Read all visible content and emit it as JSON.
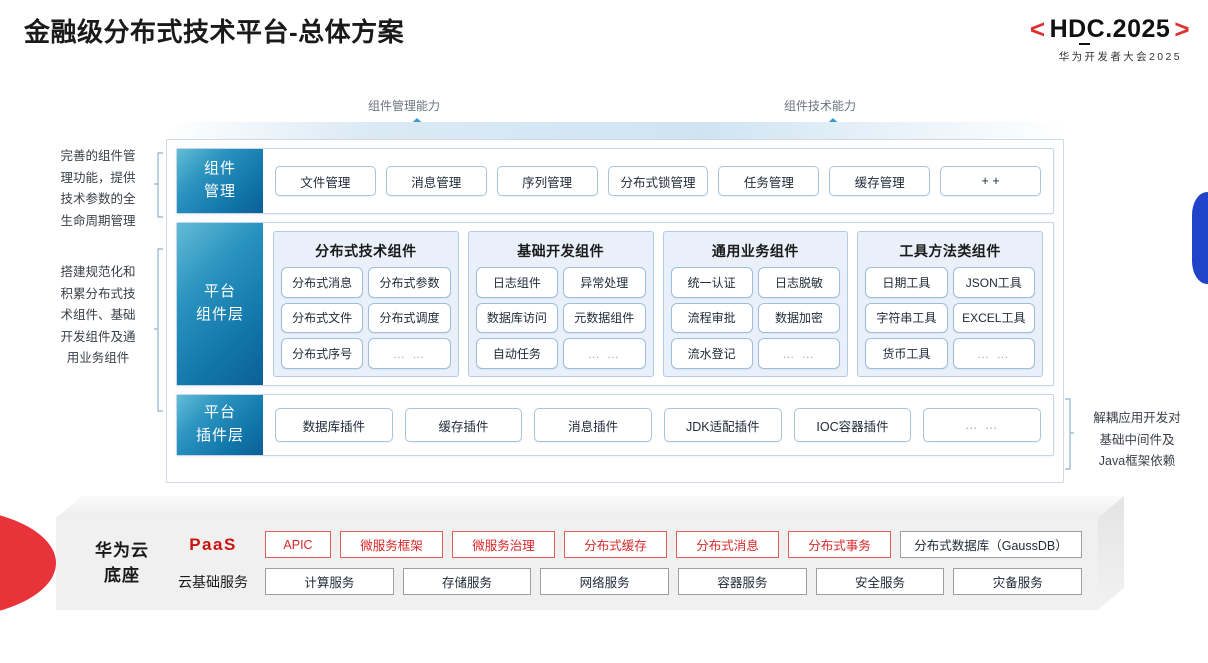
{
  "header": {
    "title": "金融级分布式技术平台-总体方案",
    "logo": {
      "left_bracket": "<",
      "right_bracket": ">",
      "main": "HDC.2025",
      "sub": "华为开发者大会2025"
    }
  },
  "arrows": [
    {
      "label": "组件管理能力",
      "icon": "arrow-up-icon"
    },
    {
      "label": "组件技术能力",
      "icon": "arrow-up-icon"
    }
  ],
  "side_notes": {
    "left_top": "完善的组件管\n理功能，提供\n技术参数的全\n生命周期管理",
    "left_middle": "搭建规范化和\n积累分布式技\n术组件、基础\n开发组件及通\n用业务组件",
    "right": "解耦应用开发对\n基础中间件及\nJava框架依赖"
  },
  "layers": {
    "component_management": {
      "tag_lines": [
        "组件",
        "管理"
      ],
      "items": [
        "文件管理",
        "消息管理",
        "序列管理",
        "分布式锁管理",
        "任务管理",
        "缓存管理",
        "+ +"
      ]
    },
    "platform_component": {
      "tag_lines": [
        "平台",
        "组件层"
      ],
      "groups": [
        {
          "title": "分布式技术组件",
          "items": [
            "分布式消息",
            "分布式参数",
            "分布式文件",
            "分布式调度",
            "分布式序号",
            "… …"
          ]
        },
        {
          "title": "基础开发组件",
          "items": [
            "日志组件",
            "异常处理",
            "数据库访问",
            "元数据组件",
            "自动任务",
            "… …"
          ]
        },
        {
          "title": "通用业务组件",
          "items": [
            "统一认证",
            "日志脱敏",
            "流程审批",
            "数据加密",
            "流水登记",
            "… …"
          ]
        },
        {
          "title": "工具方法类组件",
          "items": [
            "日期工具",
            "JSON工具",
            "字符串工具",
            "EXCEL工具",
            "货币工具",
            "… …"
          ]
        }
      ]
    },
    "platform_plugin": {
      "tag_lines": [
        "平台",
        "插件层"
      ],
      "items": [
        "数据库插件",
        "缓存插件",
        "消息插件",
        "JDK适配插件",
        "IOC容器插件",
        "… …"
      ]
    }
  },
  "base": {
    "title_lines": [
      "华为云",
      "底座"
    ],
    "paas": {
      "label": "PaaS",
      "items": [
        {
          "text": "APIC",
          "style": "red",
          "width": "narrow"
        },
        {
          "text": "微服务框架",
          "style": "red",
          "width": "normal"
        },
        {
          "text": "微服务治理",
          "style": "red",
          "width": "normal"
        },
        {
          "text": "分布式缓存",
          "style": "red",
          "width": "normal"
        },
        {
          "text": "分布式消息",
          "style": "red",
          "width": "normal"
        },
        {
          "text": "分布式事务",
          "style": "red",
          "width": "normal"
        },
        {
          "text": "分布式数据库（GaussDB）",
          "style": "gray",
          "width": "wide"
        }
      ]
    },
    "cloud_base": {
      "label": "云基础服务",
      "items": [
        "计算服务",
        "存储服务",
        "网络服务",
        "容器服务",
        "安全服务",
        "灾备服务"
      ]
    }
  },
  "decor": {
    "red_wedge": "#e8333a",
    "blue_lens": "#1f43c9",
    "accent_blue": "#1277ab"
  }
}
